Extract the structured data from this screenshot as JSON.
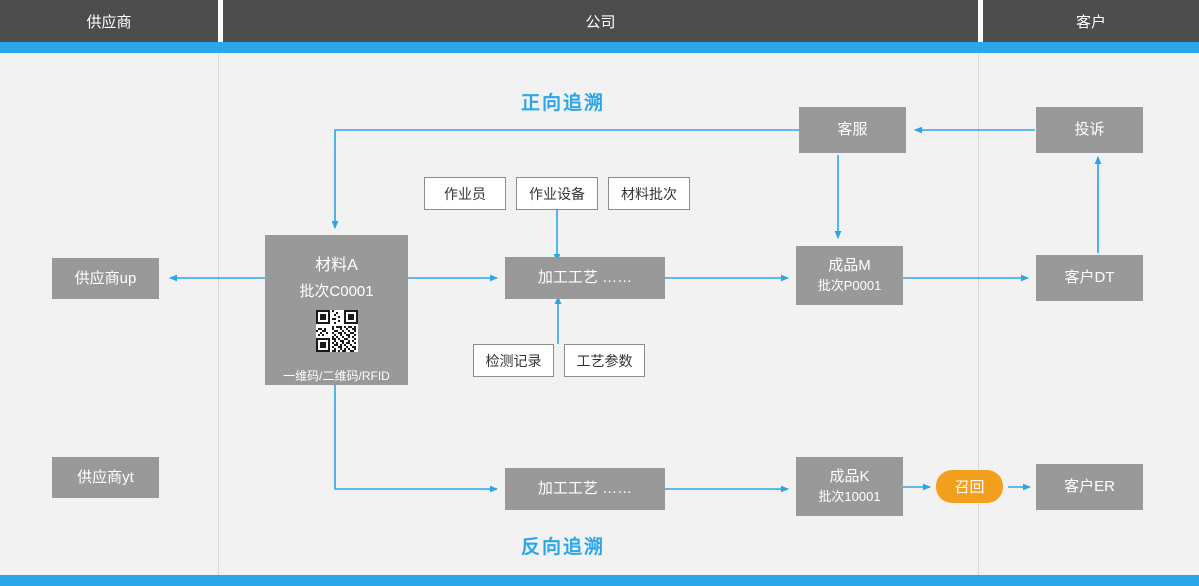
{
  "header": {
    "columns": [
      {
        "label": "供应商"
      },
      {
        "label": "公司"
      },
      {
        "label": "客户"
      }
    ]
  },
  "titles": {
    "forward": "正向追溯",
    "reverse": "反向追溯"
  },
  "nodes": {
    "supplier_up": "供应商up",
    "supplier_yt": "供应商yt",
    "material_name": "材料A",
    "material_batch": "批次C0001",
    "material_codes": "一维码/二维码/RFID",
    "operator": "作业员",
    "equipment": "作业设备",
    "material_lot": "材料批次",
    "process_top": "加工工艺  ……",
    "inspection_record": "检测记录",
    "process_param": "工艺参数",
    "product_m_name": "成品M",
    "product_m_batch": "批次P0001",
    "customer_service": "客服",
    "complaint": "投诉",
    "customer_dt": "客户DT",
    "process_bottom": "加工工艺  ……",
    "product_k_name": "成品K",
    "product_k_batch": "批次10001",
    "recall": "召回",
    "customer_er": "客户ER"
  },
  "colors": {
    "accent": "#2ba6e8",
    "node": "#999999",
    "header": "#4d4d4d",
    "recall": "#f2a01d",
    "canvas": "#f2f2f2"
  }
}
